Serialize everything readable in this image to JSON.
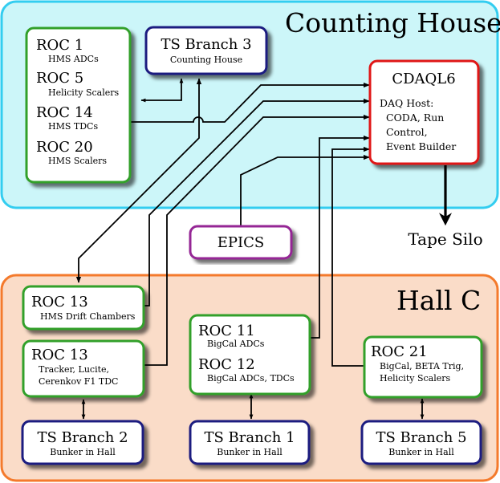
{
  "regions": {
    "counting_house": {
      "title": "Counting House",
      "fill": "#ccf6f9",
      "stroke": "#33cdf0"
    },
    "hall_c": {
      "title": "Hall C",
      "fill": "#fadcc8",
      "stroke": "#f47a2c"
    }
  },
  "colors": {
    "roc_border": "#32a02a",
    "ts_border": "#1c1c80",
    "cdaq_border": "#e01818",
    "epics_border": "#952795"
  },
  "nodes": {
    "roc_group_ch": {
      "roc1": {
        "title": "ROC 1",
        "sub": "HMS ADCs"
      },
      "roc5": {
        "title": "ROC 5",
        "sub": "Helicity Scalers"
      },
      "roc14": {
        "title": "ROC 14",
        "sub": "HMS TDCs"
      },
      "roc20": {
        "title": "ROC 20",
        "sub": "HMS Scalers"
      }
    },
    "ts_branch3": {
      "title": "TS Branch 3",
      "sub": "Counting House"
    },
    "cdaql6": {
      "title": "CDAQL6",
      "lines": [
        "DAQ Host:",
        "CODA, Run",
        "Control,",
        "Event Builder"
      ]
    },
    "epics": {
      "title": "EPICS"
    },
    "tape_silo": {
      "title": "Tape Silo"
    },
    "roc13a": {
      "title": "ROC 13",
      "sub": "HMS Drift Chambers"
    },
    "roc13b": {
      "title": "ROC 13",
      "lines": [
        "Tracker, Lucite,",
        "Cerenkov F1 TDC"
      ]
    },
    "roc11_12": {
      "roc11_title": "ROC 11",
      "roc11_sub": "BigCal ADCs",
      "roc12_title": "ROC 12",
      "roc12_sub": "BigCal ADCs, TDCs"
    },
    "roc21": {
      "title": "ROC 21",
      "lines": [
        "BigCal, BETA Trig,",
        "Helicity Scalers"
      ]
    },
    "ts_branch2": {
      "title": "TS Branch 2",
      "sub": "Bunker in Hall"
    },
    "ts_branch1": {
      "title": "TS Branch 1",
      "sub": "Bunker in Hall"
    },
    "ts_branch5": {
      "title": "TS Branch 5",
      "sub": "Bunker in Hall"
    }
  }
}
